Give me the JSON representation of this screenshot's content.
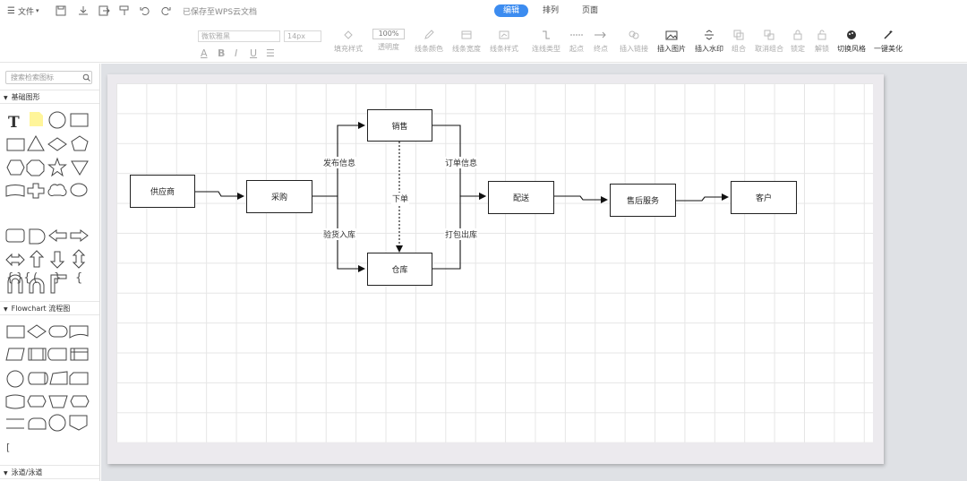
{
  "topbar": {
    "menu_label": "文件",
    "save_status": "已保存至WPS云文档",
    "tabs": [
      {
        "label": "编辑",
        "active": true
      },
      {
        "label": "排列",
        "active": false
      },
      {
        "label": "页面",
        "active": false
      }
    ]
  },
  "toolbar": {
    "font_family_placeholder": "微软雅黑",
    "font_size": "14px",
    "fill_style": "填充样式",
    "opacity_value": "100%",
    "opacity_label": "透明度",
    "line_color": "线条颜色",
    "line_width": "线条宽度",
    "line_style": "线条样式",
    "connector_type": "连线类型",
    "start_point": "起点",
    "end_point": "终点",
    "insert_link": "插入链接",
    "insert_image": "插入图片",
    "insert_watermark": "插入水印",
    "group": "组合",
    "ungroup": "取消组合",
    "lock": "锁定",
    "unlock": "解锁",
    "switch_style": "切换风格",
    "beautify": "一键美化"
  },
  "sidebar": {
    "search_placeholder": "搜索检索图标",
    "section_basic": "基础图形",
    "section_flowchart": "Flowchart 流程图",
    "section_swimlane": "泳道/泳道"
  },
  "diagram": {
    "nodes": {
      "supplier": "供应商",
      "purchase": "采购",
      "sales": "销售",
      "warehouse": "仓库",
      "delivery": "配送",
      "after_sales": "售后服务",
      "customer": "客户"
    },
    "edge_labels": {
      "publish_info": "发布信息",
      "inspect_stock": "验货入库",
      "place_order": "下单",
      "order_info": "订单信息",
      "pack_ship": "打包出库"
    }
  },
  "colors": {
    "accent": "#3c8cf0",
    "canvas_bg": "#dfe1e5",
    "node_border": "#222222"
  }
}
